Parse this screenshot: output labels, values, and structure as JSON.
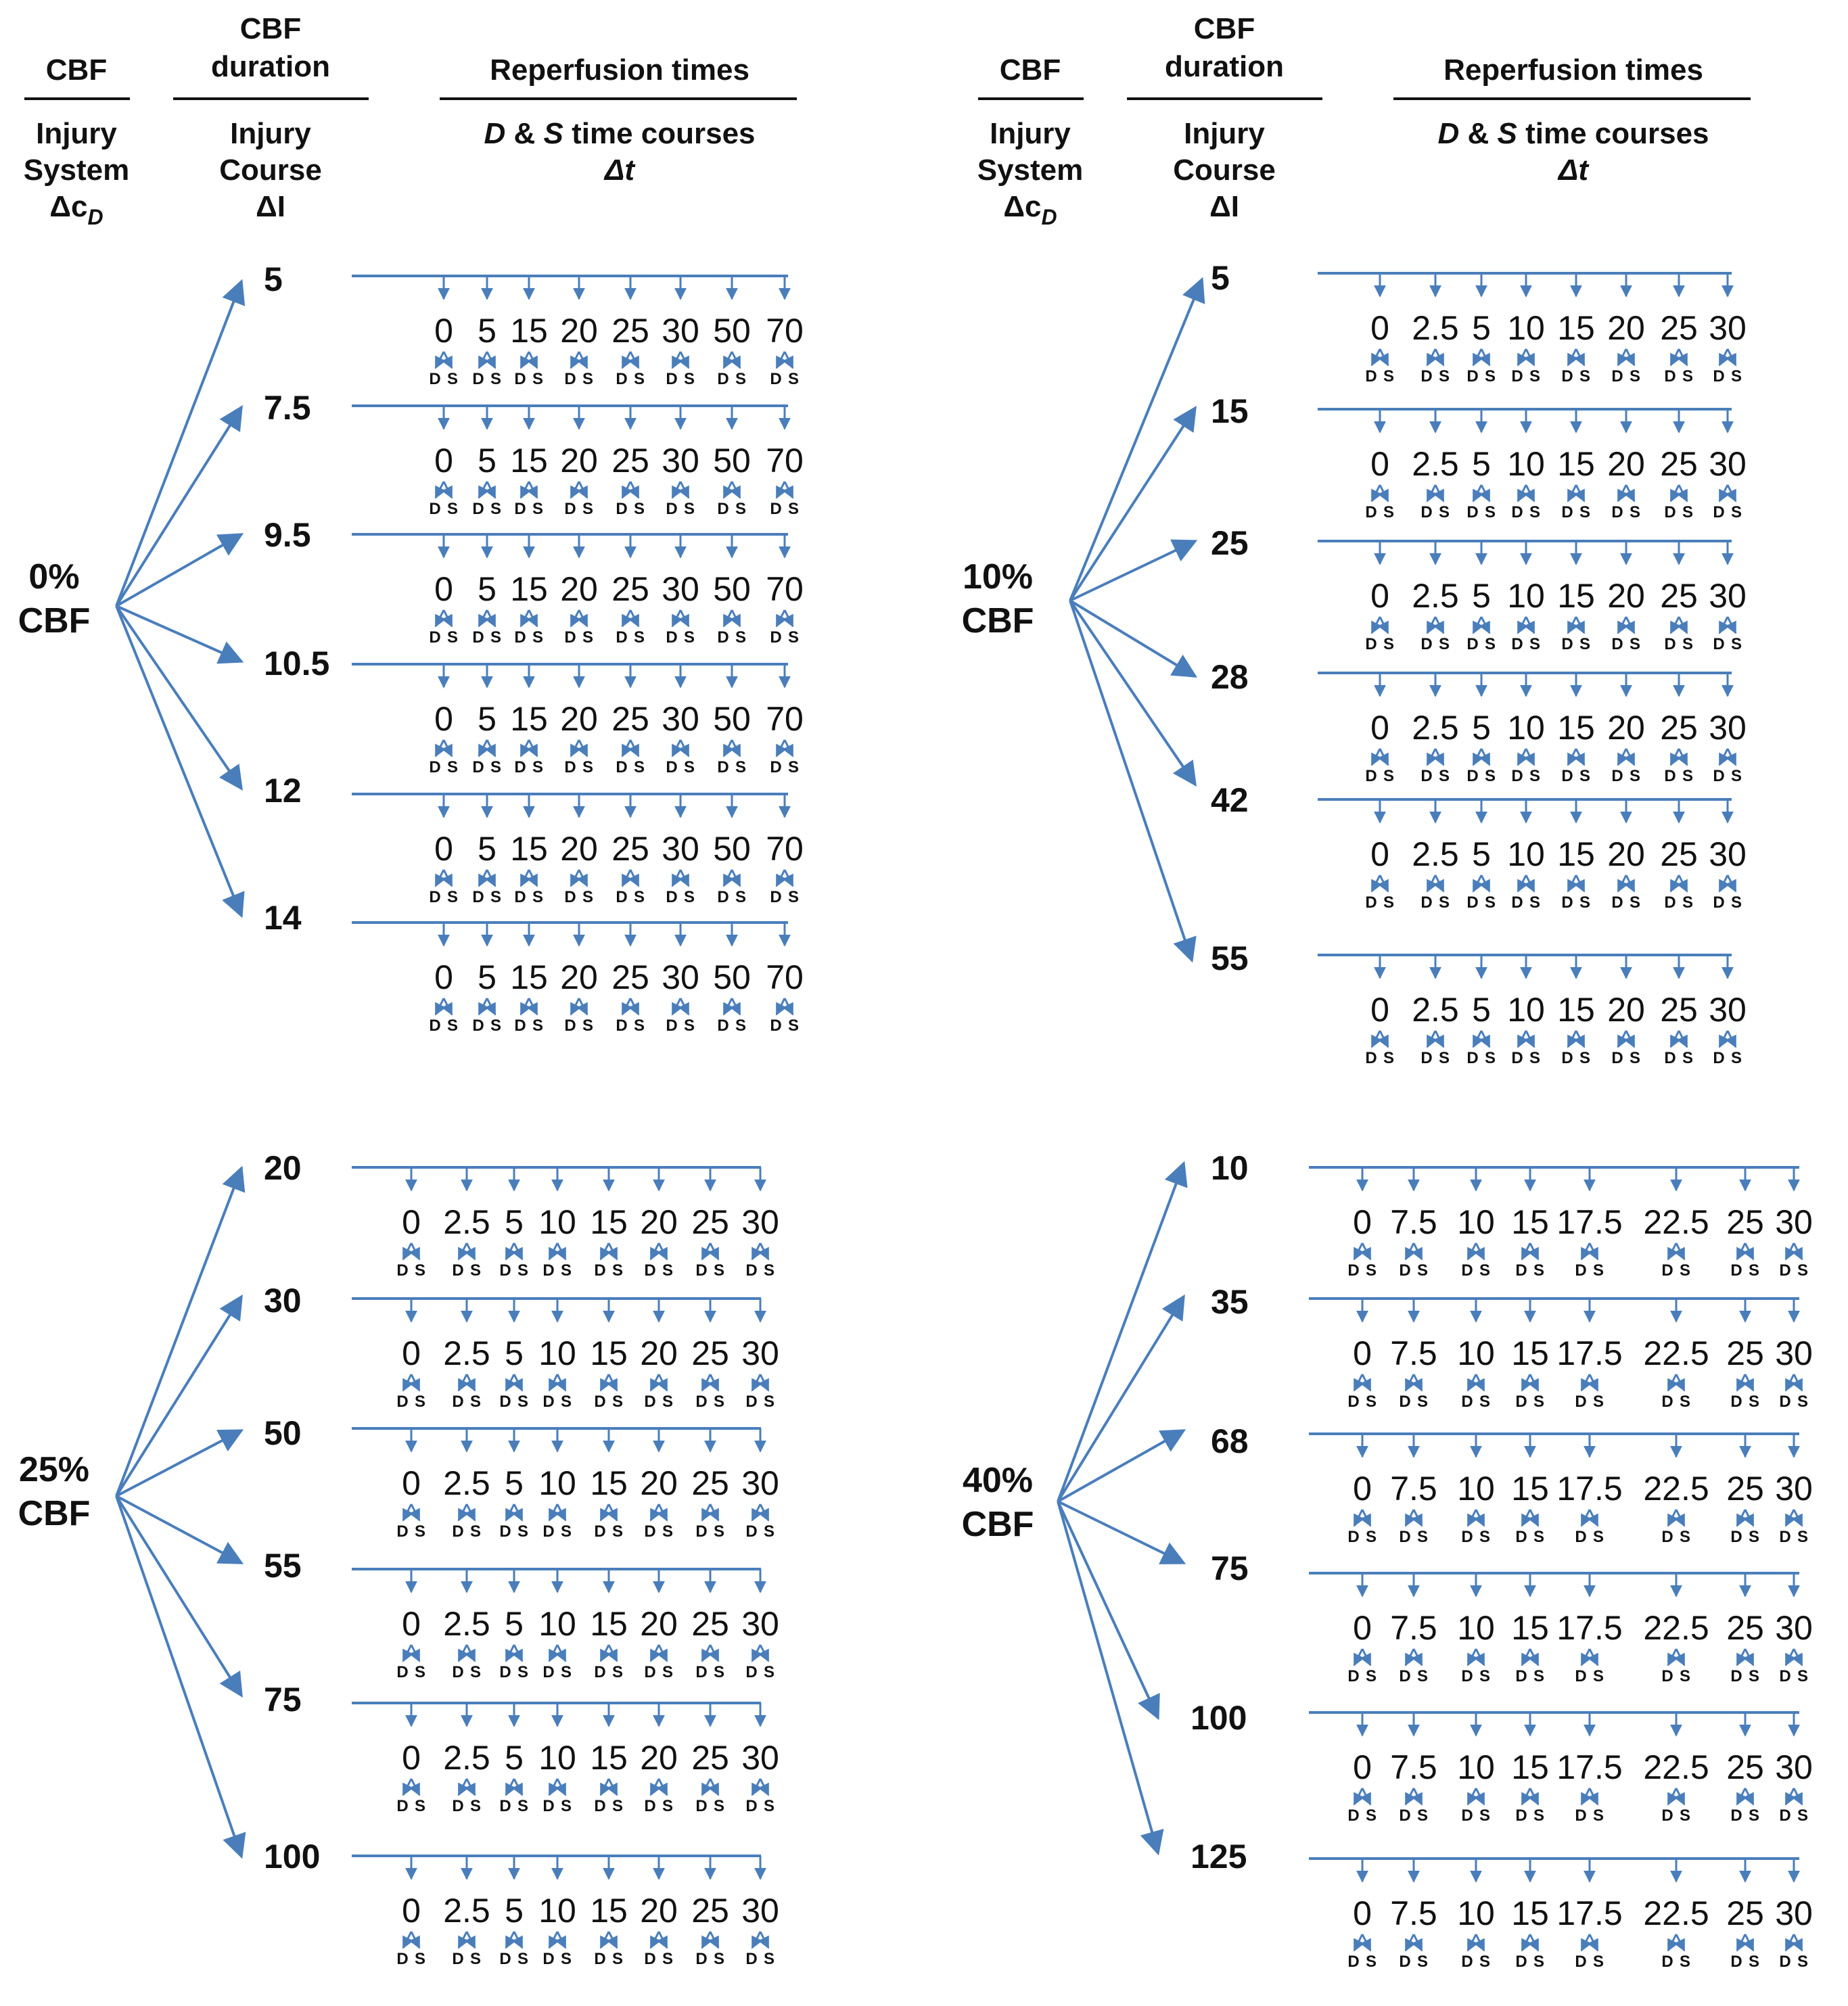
{
  "header": {
    "col1_title": "CBF",
    "col1_sub": [
      "Injury",
      "System"
    ],
    "col1_symbol": "Δc",
    "col1_symbol_sub": "D",
    "col2_title": [
      "CBF",
      "duration"
    ],
    "col2_sub": [
      "Injury",
      "Course"
    ],
    "col2_symbol": "ΔI",
    "col3_title": "Reperfusion times",
    "col3_sub_d": "D",
    "col3_sub_amp": " & ",
    "col3_sub_s": "S",
    "col3_sub_rest": " time courses",
    "col3_symbol": "Δt"
  },
  "ds_label": {
    "d": "D",
    "s": "S"
  },
  "panels": [
    {
      "cbf_label": [
        "0%",
        "CBF"
      ],
      "durations": [
        "5",
        "7.5",
        "9.5",
        "10.5",
        "12",
        "14"
      ],
      "times": [
        "0",
        "5",
        "15",
        "20",
        "25",
        "30",
        "50",
        "70"
      ]
    },
    {
      "cbf_label": [
        "10%",
        "CBF"
      ],
      "durations": [
        "5",
        "15",
        "25",
        "28",
        "42",
        "55"
      ],
      "times": [
        "0",
        "2.5",
        "5",
        "10",
        "15",
        "20",
        "25",
        "30"
      ]
    },
    {
      "cbf_label": [
        "25%",
        "CBF"
      ],
      "durations": [
        "20",
        "30",
        "50",
        "55",
        "75",
        "100"
      ],
      "times": [
        "0",
        "2.5",
        "5",
        "10",
        "15",
        "20",
        "25",
        "30"
      ]
    },
    {
      "cbf_label": [
        "40%",
        "CBF"
      ],
      "durations": [
        "10",
        "35",
        "68",
        "75",
        "100",
        "125"
      ],
      "times": [
        "0",
        "7.5",
        "10",
        "15",
        "17.5",
        "22.5",
        "25",
        "30"
      ]
    }
  ],
  "colors": {
    "arrow": "#4a7ebb",
    "text": "#111111"
  }
}
